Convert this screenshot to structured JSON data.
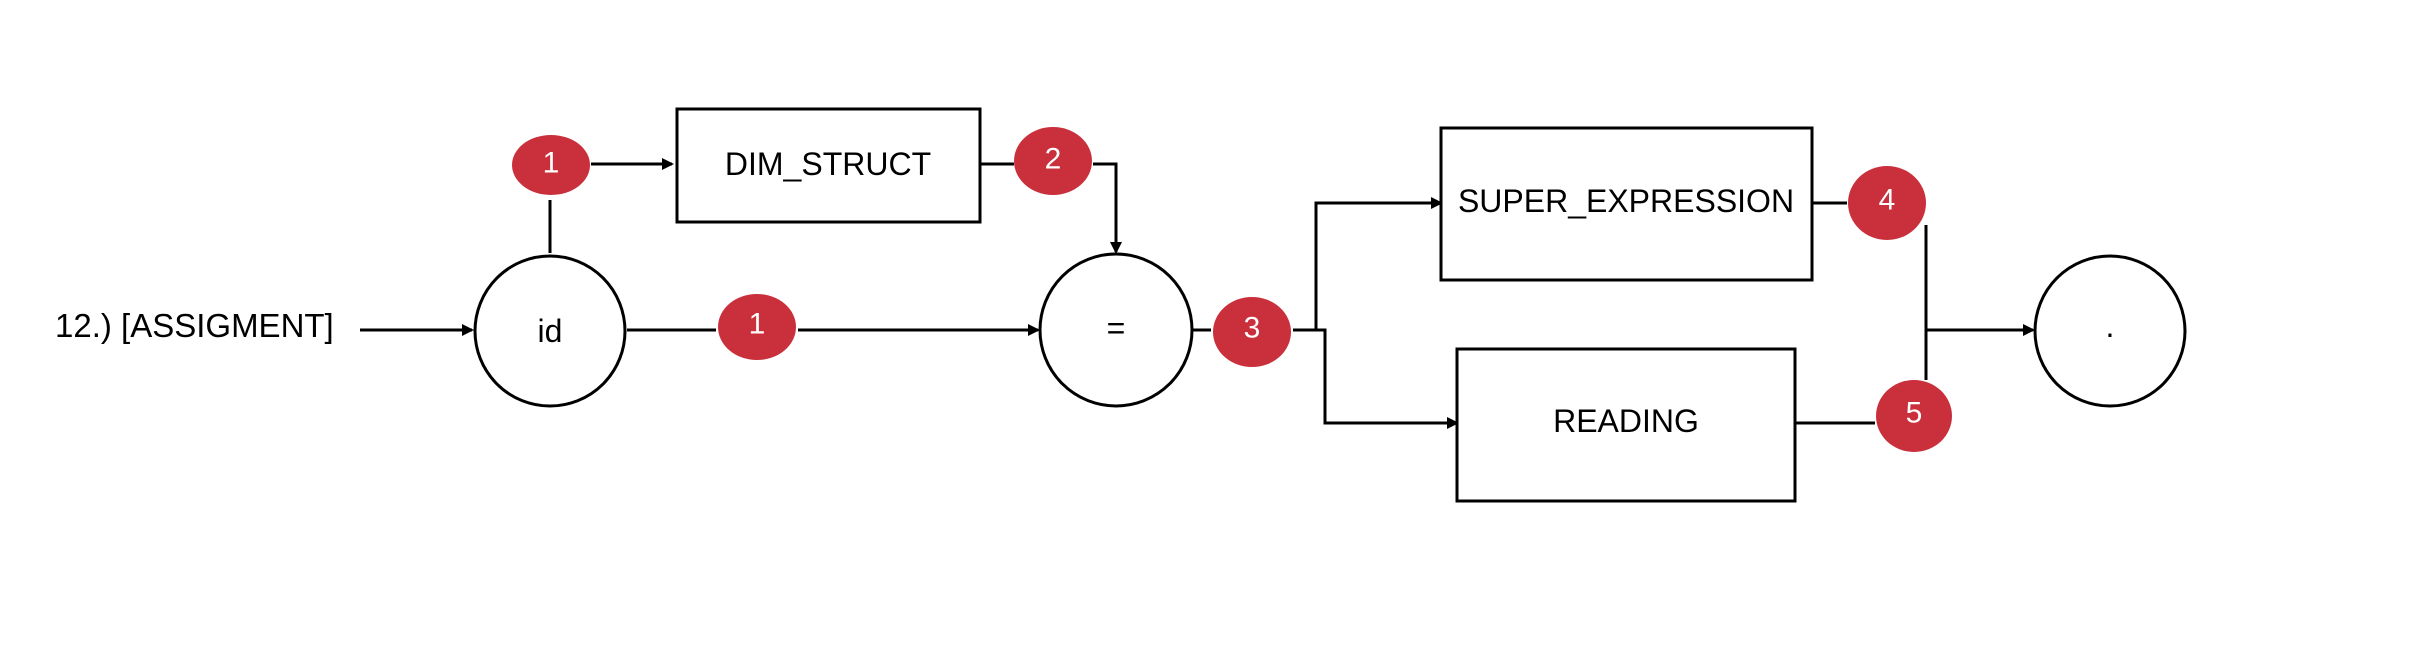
{
  "title": "12.) [ASSIGMENT]",
  "nodes": {
    "id": "id",
    "dim_struct": "DIM_STRUCT",
    "equals": "=",
    "super_expression": "SUPER_EXPRESSION",
    "reading": "READING",
    "end": "."
  },
  "badges": {
    "b1_top": "1",
    "b1_main": "1",
    "b2": "2",
    "b3": "3",
    "b4": "4",
    "b5": "5"
  },
  "colors": {
    "badge": "#c9303c",
    "stroke": "#000000",
    "background": "#ffffff"
  }
}
